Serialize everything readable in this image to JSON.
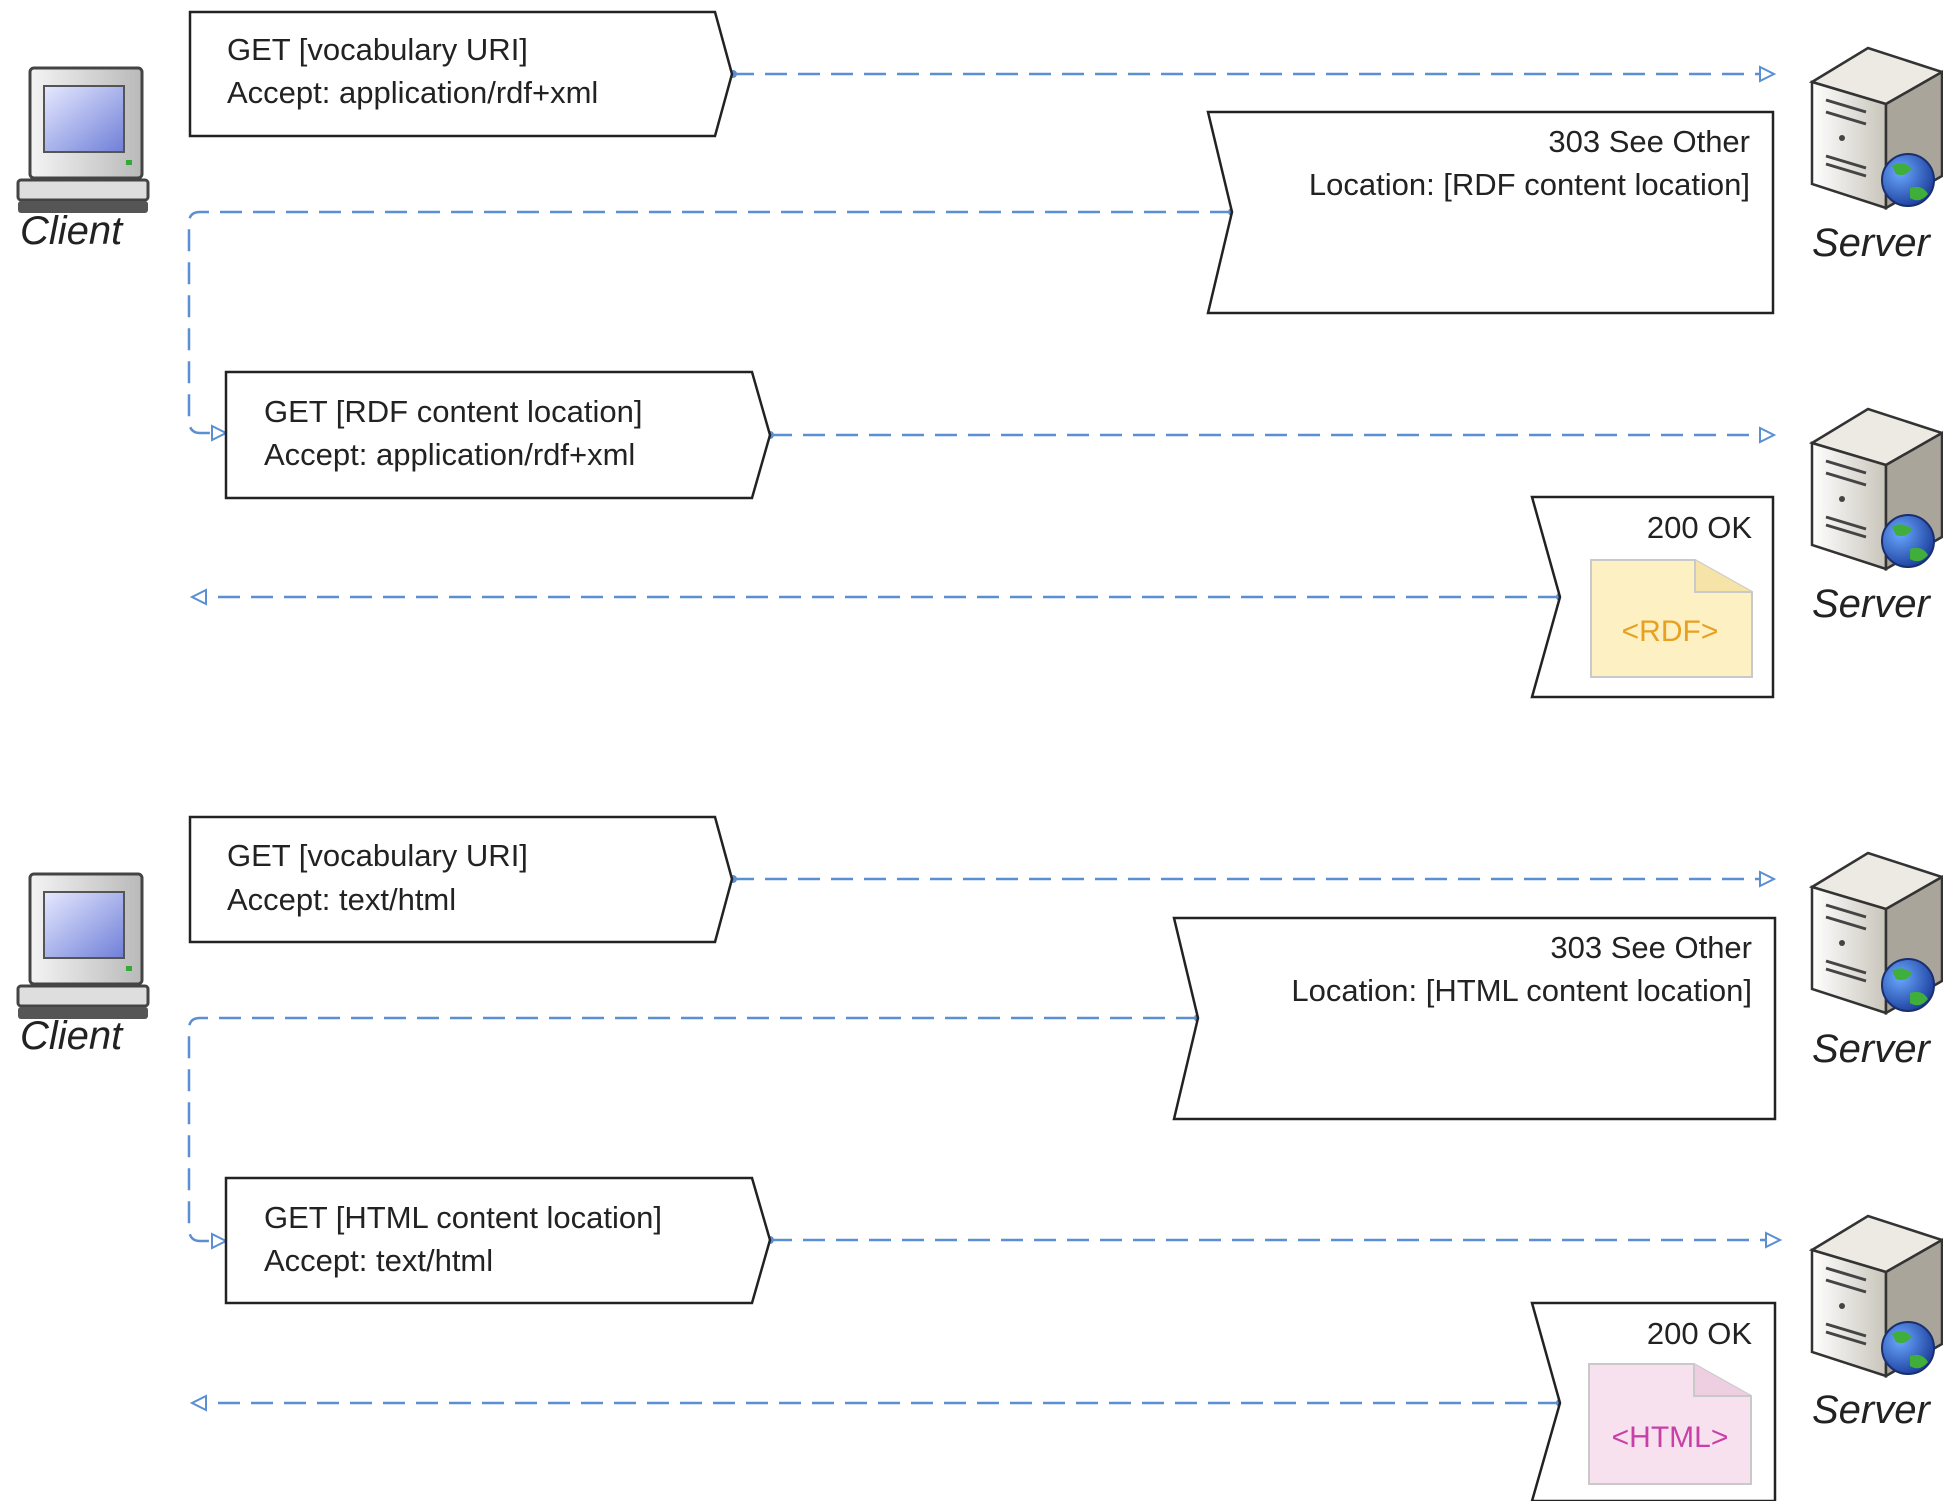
{
  "colors": {
    "connector": "#5b8fd4",
    "box_stroke": "#222222",
    "rdf_doc_fill": "#fdf0c2",
    "rdf_doc_text": "#e8a020",
    "html_doc_fill": "#f7e1ee",
    "html_doc_text": "#c83fa8"
  },
  "scenarios": [
    {
      "client_label": "Client",
      "request1": {
        "line1": "GET [vocabulary URI]",
        "line2": "Accept: application/rdf+xml"
      },
      "server1_label": "Server",
      "redirect": {
        "line1": "303 See Other",
        "line2": "Location: [RDF content location]"
      },
      "request2": {
        "line1": "GET [RDF content location]",
        "line2": "Accept: application/rdf+xml"
      },
      "server2_label": "Server",
      "response": {
        "status": "200 OK",
        "doc_label": "<RDF>"
      }
    },
    {
      "client_label": "Client",
      "request1": {
        "line1": "GET [vocabulary URI]",
        "line2": "Accept: text/html"
      },
      "server1_label": "Server",
      "redirect": {
        "line1": "303 See Other",
        "line2": "Location: [HTML content location]"
      },
      "request2": {
        "line1": "GET [HTML content location]",
        "line2": "Accept: text/html"
      },
      "server2_label": "Server",
      "response": {
        "status": "200 OK",
        "doc_label": "<HTML>"
      }
    }
  ]
}
